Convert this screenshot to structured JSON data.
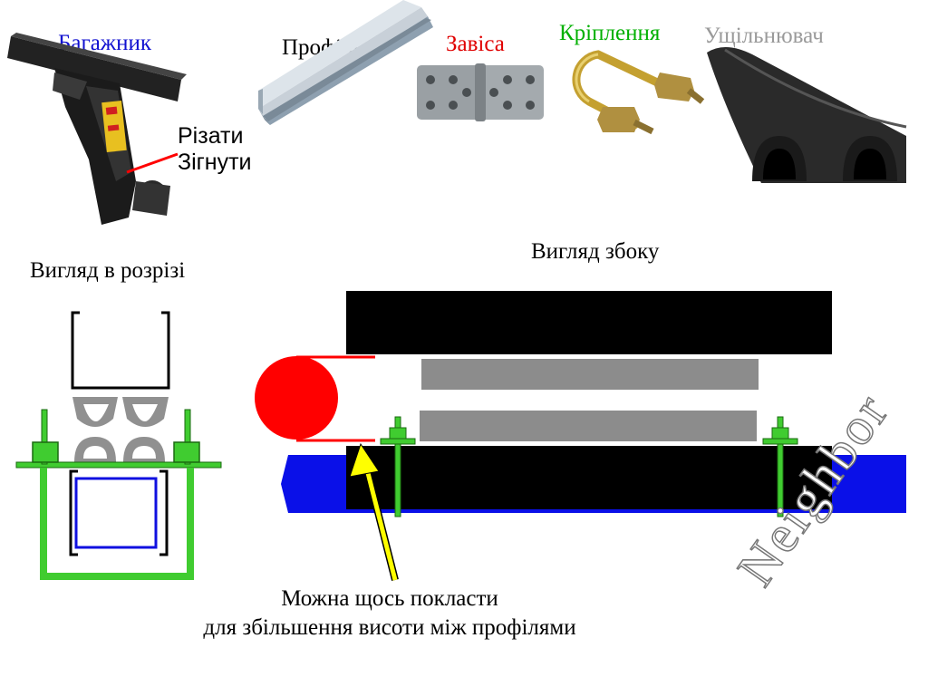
{
  "parts": {
    "rack": {
      "label": "Багажник",
      "color": "#1010d0"
    },
    "profile": {
      "label": "Профіль",
      "color": "#000000"
    },
    "hinge": {
      "label": "Завіса",
      "color": "#e00000"
    },
    "fastener": {
      "label": "Кріплення",
      "color": "#00b000"
    },
    "seal": {
      "label": "Ущільнювач",
      "color": "#9a9a9a"
    }
  },
  "rack_note": {
    "line1": "Різати",
    "line2": "Зігнути"
  },
  "section_view_title": "Вигляд в розрізі",
  "side_view_title": "Вигляд збоку",
  "caption": {
    "line1": "Можна щось покласти",
    "line2": "для збільшення висоти між профілями"
  },
  "watermark": "Neighbor",
  "colors": {
    "bar": "#000000",
    "strip": "#8c8c8c",
    "seal_gray": "#909090",
    "bracket": "#40cc30",
    "rail": "#0a10e8",
    "hinge_circle": "#ff0000",
    "arrow": "#ffff00"
  }
}
